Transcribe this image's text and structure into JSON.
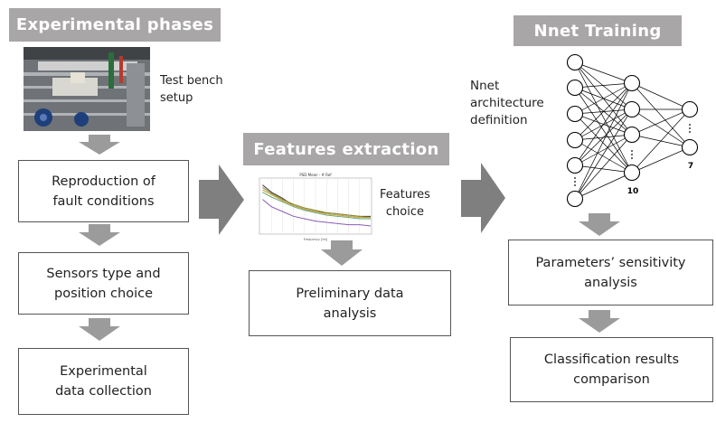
{
  "columns": {
    "experimental": {
      "header": "Experimental phases",
      "photo_label": "Test bench\nsetup",
      "steps": [
        "Reproduction of\nfault conditions",
        "Sensors type and\nposition choice",
        "Experimental\ndata collection"
      ]
    },
    "features": {
      "header": "Features extraction",
      "chart_label": "Features\nchoice",
      "steps": [
        "Preliminary data\nanalysis"
      ]
    },
    "nnet": {
      "header": "Nnet Training",
      "net_label": "Nnet\narchitecture\ndefinition",
      "hidden_count": "10",
      "output_count": "7",
      "steps": [
        "Parameters’ sensitivity\nanalysis",
        "Classification results\ncomparison"
      ]
    }
  },
  "colors": {
    "header_bg": "#a8a6a6",
    "arrow": "#9b9b9b",
    "big_arrow": "#7f7f7f"
  },
  "chart_data": {
    "type": "line",
    "title": "PSD Mean - # Ref",
    "xlabel": "Frequency [Hz]",
    "ylabel": "",
    "x": [
      1,
      5,
      10,
      15,
      20,
      25,
      30,
      35,
      40,
      45,
      50
    ],
    "series": [
      {
        "color": "#3a3a3a",
        "values": [
          0.0,
          -6,
          -11,
          -17,
          -20,
          -22,
          -23,
          -24,
          -25,
          -26,
          -26
        ]
      },
      {
        "color": "#8c8c3c",
        "values": [
          -2,
          -7,
          -12,
          -16,
          -19,
          -21,
          -23,
          -24,
          -25,
          -26,
          -27
        ]
      },
      {
        "color": "#c9a227",
        "values": [
          -4,
          -8,
          -13,
          -17,
          -20,
          -22,
          -24,
          -25,
          -26,
          -27,
          -27
        ]
      },
      {
        "color": "#6aa57a",
        "values": [
          -6,
          -10,
          -14,
          -18,
          -21,
          -23,
          -25,
          -26,
          -27,
          -28,
          -28
        ]
      },
      {
        "color": "#8a5cb5",
        "values": [
          -12,
          -18,
          -22,
          -26,
          -28,
          -30,
          -31,
          -32,
          -33,
          -33,
          -34
        ]
      }
    ],
    "xlim": [
      0,
      50
    ],
    "ylim": [
      -40,
      5
    ],
    "grid": true
  }
}
